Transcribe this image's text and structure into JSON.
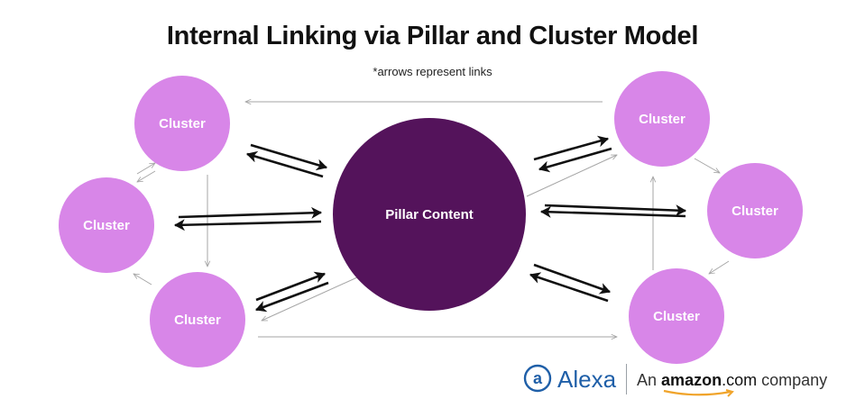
{
  "title": "Internal Linking via Pillar and Cluster Model",
  "subtitle": "*arrows represent links",
  "colors": {
    "pillar": "#54135b",
    "cluster": "#d886e8",
    "link_thin": "#a6a6a6",
    "link_bold": "#111111",
    "brand_blue": "#1f5fa8"
  },
  "pillar": {
    "label": "Pillar Content"
  },
  "clusters": [
    {
      "label": "Cluster"
    },
    {
      "label": "Cluster"
    },
    {
      "label": "Cluster"
    },
    {
      "label": "Cluster"
    },
    {
      "label": "Cluster"
    },
    {
      "label": "Cluster"
    }
  ],
  "brand": {
    "logo_icon": "at-sign-icon",
    "logo_text": "Alexa",
    "company_prefix": "An",
    "company_amazon": "amazon",
    "company_com": ".com",
    "company_suffix": "company"
  }
}
